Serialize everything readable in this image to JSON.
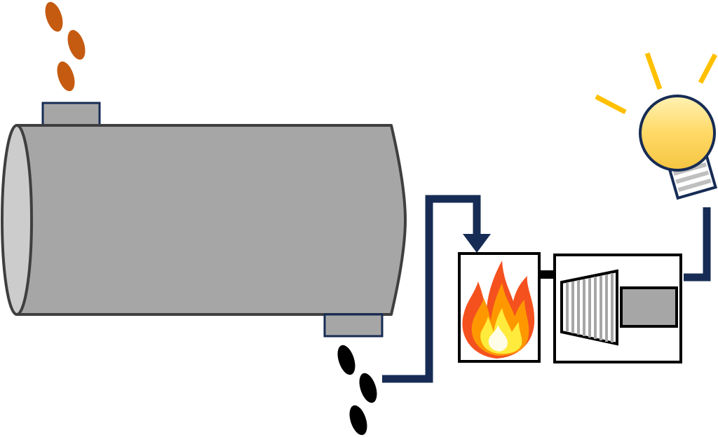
{
  "diagram": {
    "components": [
      {
        "id": "reactor-drum",
        "icon": "cylinder-kiln-icon"
      },
      {
        "id": "feed-inlet",
        "icon": "inlet-port-icon"
      },
      {
        "id": "residue-outlet",
        "icon": "outlet-port-icon"
      },
      {
        "id": "combustion-chamber",
        "icon": "flame-icon"
      },
      {
        "id": "turbine",
        "icon": "turbine-icon"
      },
      {
        "id": "generator",
        "icon": "generator-icon"
      },
      {
        "id": "light-bulb",
        "icon": "light-bulb-icon"
      }
    ],
    "flows": [
      {
        "from": "residue-outlet",
        "to": "combustion-chamber"
      },
      {
        "from": "combustion-chamber",
        "to": "turbine"
      },
      {
        "from": "generator",
        "to": "light-bulb"
      }
    ],
    "colors": {
      "drum_fill": "#a6a6a6",
      "drum_end_fill": "#cccccc",
      "drum_stroke": "#3f3f3f",
      "pipe": "#172c55",
      "input_particles": "#c55a11",
      "output_particles": "#000000",
      "bulb_glow": "#ffc000",
      "bulb_glass": "#ffd966",
      "flame_outer": "#f4511e",
      "flame_mid": "#ff9800",
      "flame_inner": "#ffeb3b"
    }
  }
}
